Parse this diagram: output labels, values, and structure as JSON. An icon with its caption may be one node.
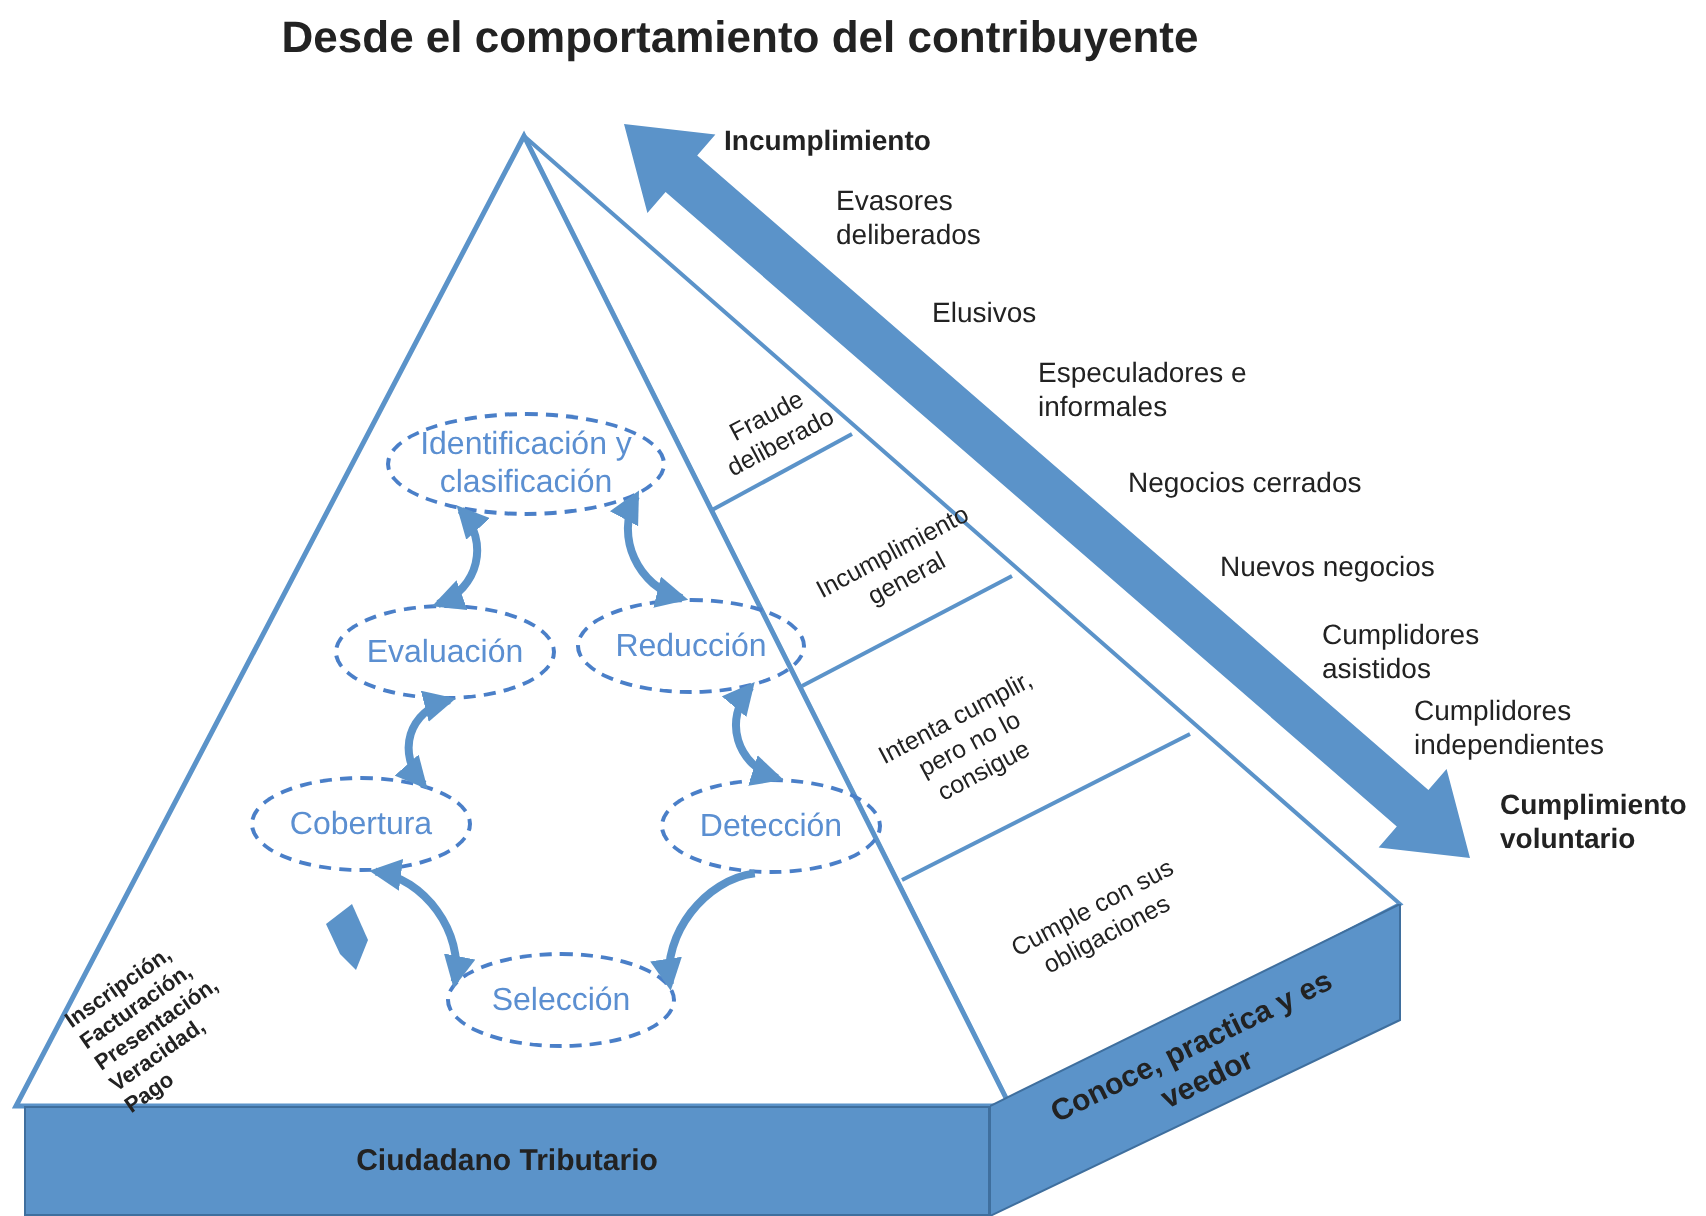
{
  "diagram": {
    "title": "Desde el comportamiento del contribuyente",
    "nodes": [
      {
        "text": [
          "Identificación y clasificación"
        ]
      },
      {
        "text": [
          "Evaluación"
        ]
      },
      {
        "text": [
          "Reducción"
        ]
      },
      {
        "text": [
          "Cobertura"
        ]
      },
      {
        "text": [
          "Detección"
        ]
      },
      {
        "text": [
          "Selección"
        ]
      },
      {
        "text": [
          "Fraude deliberado"
        ]
      },
      {
        "text": [
          "Incumplimiento general"
        ]
      },
      {
        "text": [
          "Intenta cumplir, pero no lo consigue"
        ]
      },
      {
        "text": [
          "Cumple con sus obligaciones"
        ]
      },
      {
        "text": [
          "Ciudadano Tributario"
        ]
      },
      {
        "text": [
          "Conoce, practica y es veedor"
        ]
      }
    ],
    "edges": [
      {
        "from": 0,
        "to": 1,
        "arrow": "both"
      },
      {
        "from": 0,
        "to": 2,
        "arrow": "both"
      },
      {
        "from": 2,
        "to": 4,
        "arrow": "both"
      },
      {
        "from": 4,
        "to": 5,
        "arrow": "to"
      },
      {
        "from": 5,
        "to": 3,
        "arrow": "both"
      },
      {
        "from": 3,
        "to": 1,
        "arrow": "both"
      }
    ],
    "labels": [
      "Incumplimiento",
      "Evasores deliberados",
      "Elusivos",
      "Especuladores e informales",
      "Negocios cerrados",
      "Nuevos negocios",
      "Cumplidores asistidos",
      "Cumplidores independientes",
      "Cumplimiento voluntario",
      "Inscripción, Facturación, Presentación, Veracidad, Pago"
    ]
  }
}
